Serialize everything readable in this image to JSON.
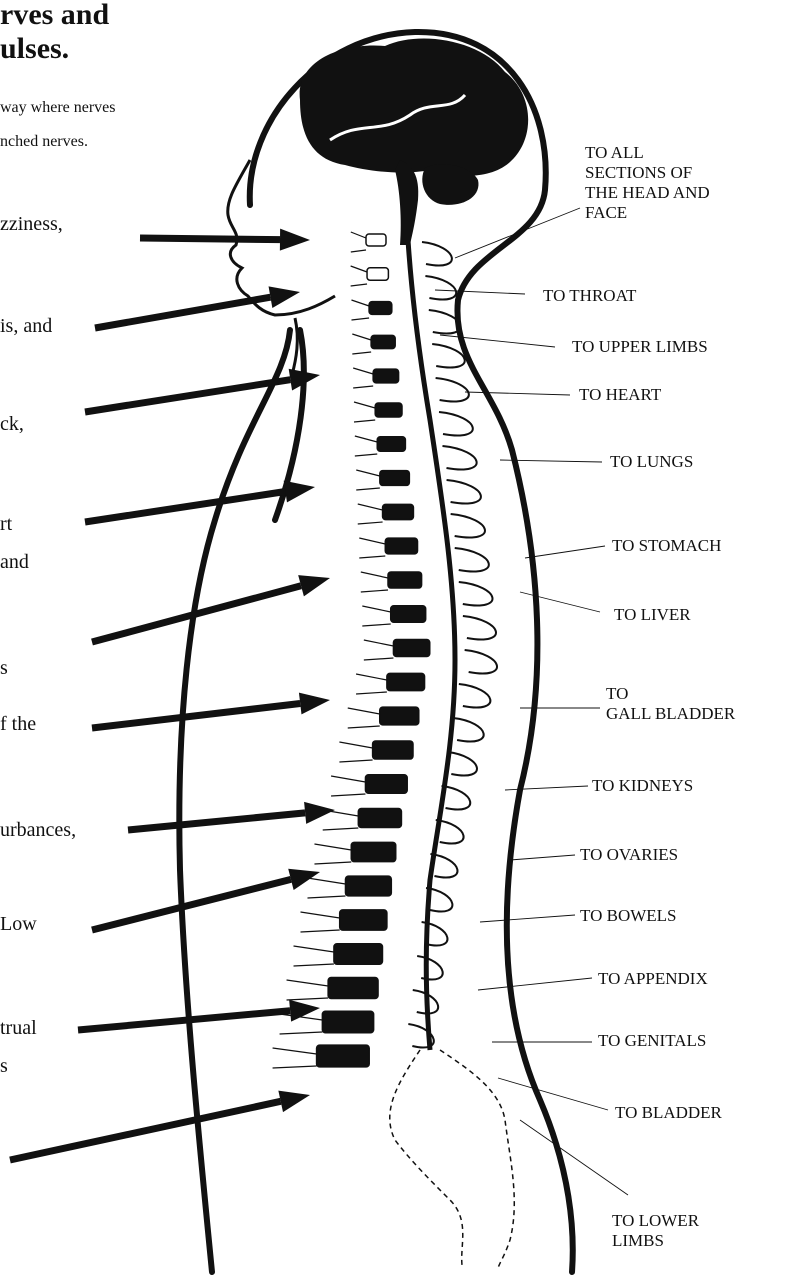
{
  "title": {
    "line1": "rves and",
    "line2": "ulses."
  },
  "subtitle": {
    "line1": "way where nerves",
    "line2": "nched nerves."
  },
  "symptoms": [
    "zziness,",
    "is, and",
    "ck,",
    "rt",
    " and",
    "s",
    "f the",
    "urbances,",
    " Low",
    "trual",
    "s"
  ],
  "nerve_labels": [
    {
      "lines": [
        "TO ALL",
        "SECTIONS OF",
        "THE HEAD AND",
        "FACE"
      ]
    },
    {
      "lines": [
        "TO THROAT"
      ]
    },
    {
      "lines": [
        "TO UPPER LIMBS"
      ]
    },
    {
      "lines": [
        "TO HEART"
      ]
    },
    {
      "lines": [
        "TO LUNGS"
      ]
    },
    {
      "lines": [
        "TO STOMACH"
      ]
    },
    {
      "lines": [
        "TO LIVER"
      ]
    },
    {
      "lines": [
        "TO",
        "GALL BLADDER"
      ]
    },
    {
      "lines": [
        "TO KIDNEYS"
      ]
    },
    {
      "lines": [
        "TO OVARIES"
      ]
    },
    {
      "lines": [
        "TO BOWELS"
      ]
    },
    {
      "lines": [
        "TO APPENDIX"
      ]
    },
    {
      "lines": [
        "TO GENITALS"
      ]
    },
    {
      "lines": [
        "TO BLADDER"
      ]
    },
    {
      "lines": [
        "TO LOWER",
        "LIMBS"
      ]
    }
  ],
  "colors": {
    "ink": "#111111",
    "paper": "#ffffff"
  }
}
